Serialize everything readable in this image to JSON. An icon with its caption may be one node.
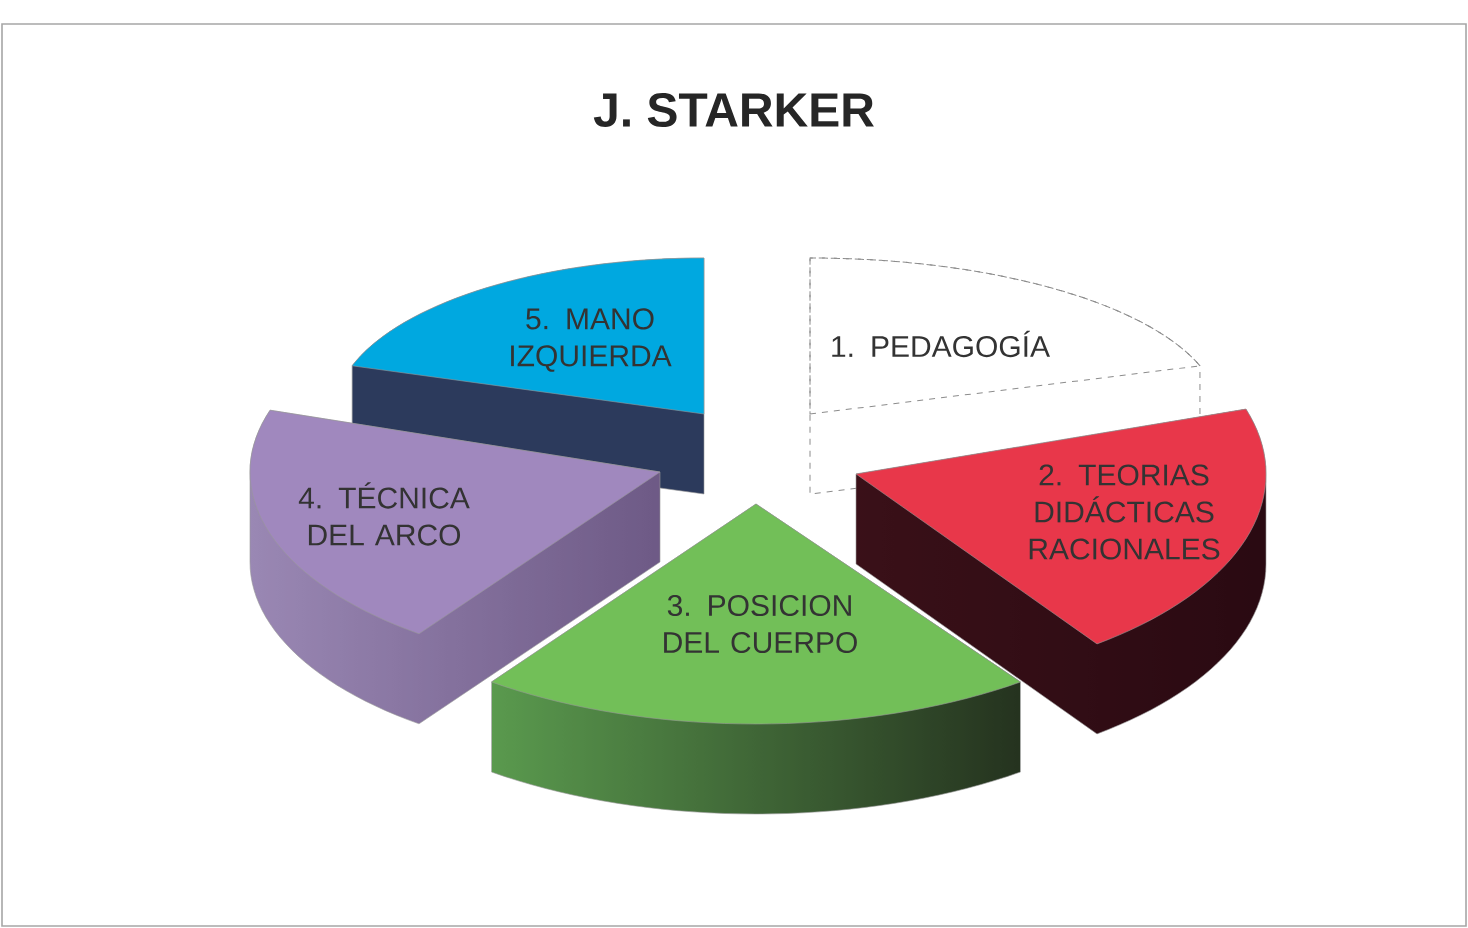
{
  "diagram": {
    "title": "J. STARKER",
    "nodes": [
      {
        "text": [
          "1. PEDAGOGÍA"
        ]
      },
      {
        "text": [
          "2. TEORIAS DIDÁCTICAS RACIONALES"
        ]
      },
      {
        "text": [
          "3. POSICION DEL CUERPO"
        ]
      },
      {
        "text": [
          "4. TÉCNICA DEL ARCO"
        ]
      },
      {
        "text": [
          "5. MANO IZQUIERDA"
        ]
      }
    ]
  }
}
